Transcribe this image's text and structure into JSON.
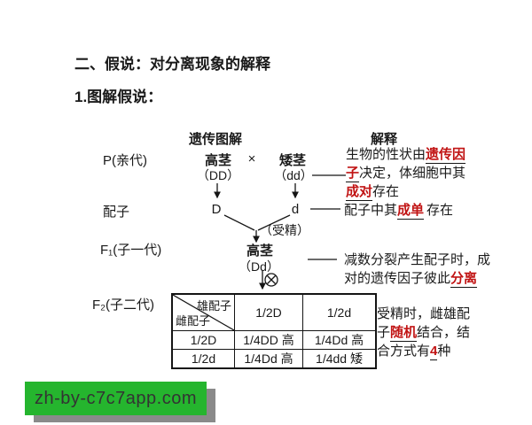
{
  "titles": {
    "main": "二、假说：对分离现象的解释",
    "sub": "1.图解假说："
  },
  "diagram": {
    "header": "遗传图解",
    "p_label": "P(亲代)",
    "p_tall": "高茎",
    "p_tall_geno": "（DD）",
    "cross_sign": "×",
    "p_short": "矮茎",
    "p_short_geno": "（dd）",
    "gametes_label": "配子",
    "gamete_D": "D",
    "gamete_d": "d",
    "fertilization": "（受精）",
    "f1_label": "F₁(子一代)",
    "f1_pheno": "高茎",
    "f1_geno": "（Dd）",
    "f2_label": "F₂(子二代)"
  },
  "punnett": {
    "male": "雄配子",
    "female": "雌配子",
    "col1": "1/2D",
    "col2": "1/2d",
    "r1h": "1/2D",
    "r1c1": "1/4DD 高",
    "r1c2": "1/4Dd 高",
    "r2h": "1/2d",
    "r2c1": "1/4Dd 高",
    "r2c2": "1/4dd 矮"
  },
  "explanations": {
    "header": "解释",
    "e1": {
      "l1a": "生物的性状由",
      "l1b": "遗传因",
      "l2a": "子",
      "l2b": "决定，体细胞中其",
      "l3a": "成对",
      "l3b": "存在"
    },
    "e2": {
      "a": "配子中其",
      "b": "成单",
      "c": "存在"
    },
    "e3": {
      "l1": "减数分裂产生配子时，成",
      "l2a": "对的遗传因子彼此",
      "l2b": "分离"
    },
    "e4": {
      "l1": "受精时，雌雄配",
      "l2a": "子",
      "l2b": "随机",
      "l2c": "结合，结",
      "l3a": "合方式有",
      "l3b": "4",
      "l3c": "种"
    }
  },
  "watermark": {
    "text": "zh-by-c7c7app.com"
  },
  "colors": {
    "accent_red": "#c11414",
    "watermark_green": "#25b52e",
    "watermark_shadow": "#8a8a8a",
    "text": "#1a1a1a"
  }
}
